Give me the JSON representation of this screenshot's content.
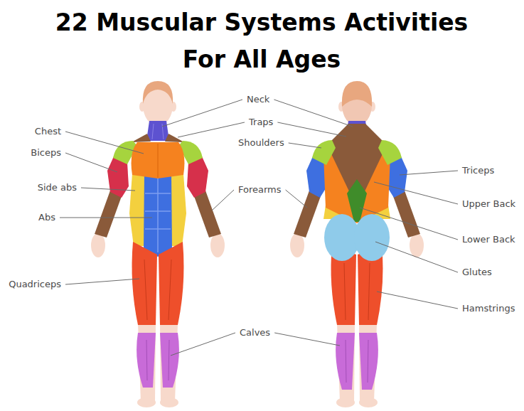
{
  "diagram": {
    "title": "22 Muscular Systems Activities For All Ages",
    "labels": [
      "Neck",
      "Traps",
      "Chest",
      "Shoulders",
      "Biceps",
      "Side abs",
      "Abs",
      "Forearms",
      "Triceps",
      "Upper Back",
      "Lower Back",
      "Glutes",
      "Quadriceps",
      "Hamstrings",
      "Calves"
    ]
  }
}
